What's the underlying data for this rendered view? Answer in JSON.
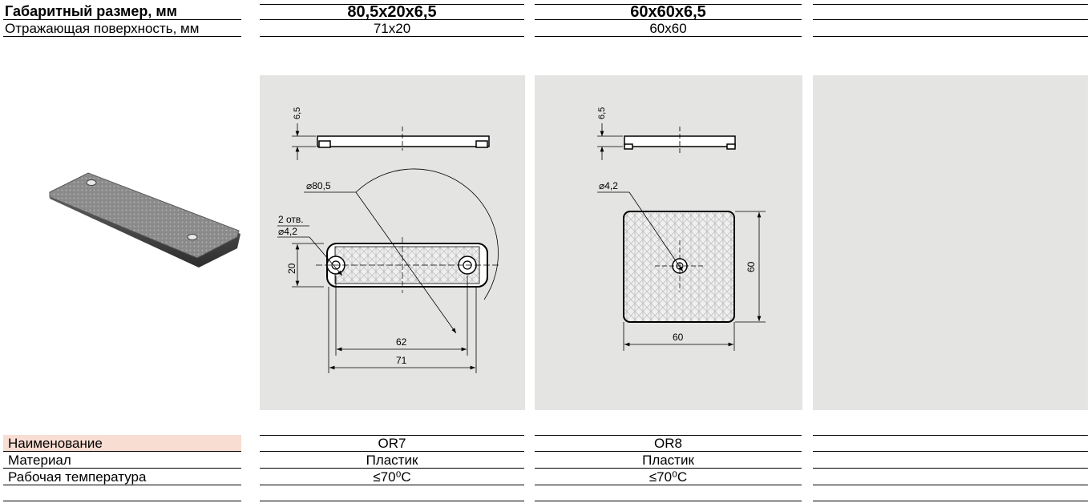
{
  "header": {
    "size_label": "Габаритный размер, мм",
    "surface_label": "Отражающая поверхность, мм"
  },
  "columns": [
    {
      "size": "80,5x20x6,5",
      "surface": "71x20",
      "name": "OR7",
      "material": "Пластик",
      "temperature": "≤70⁰С"
    },
    {
      "size": "60x60x6,5",
      "surface": "60x60",
      "name": "OR8",
      "material": "Пластик",
      "temperature": "≤70⁰С"
    },
    {
      "size": "",
      "surface": "",
      "name": "",
      "material": "",
      "temperature": ""
    }
  ],
  "specs": {
    "name_label": "Наименование",
    "material_label": "Материал",
    "temperature_label": "Рабочая температура"
  },
  "drawing_or7": {
    "thickness": "6,5",
    "diameter": "⌀80,5",
    "holes": "2 отв.",
    "hole_diameter": "⌀4,2",
    "height": "20",
    "hole_spacing": "62",
    "surface_length": "71"
  },
  "drawing_or8": {
    "thickness": "6,5",
    "hole_diameter": "⌀4,2",
    "height": "60",
    "width": "60"
  },
  "colors": {
    "panel": "#e4e4e2",
    "highlight": "#f8ddd2",
    "reflector_pattern": "#b9b9b9"
  }
}
